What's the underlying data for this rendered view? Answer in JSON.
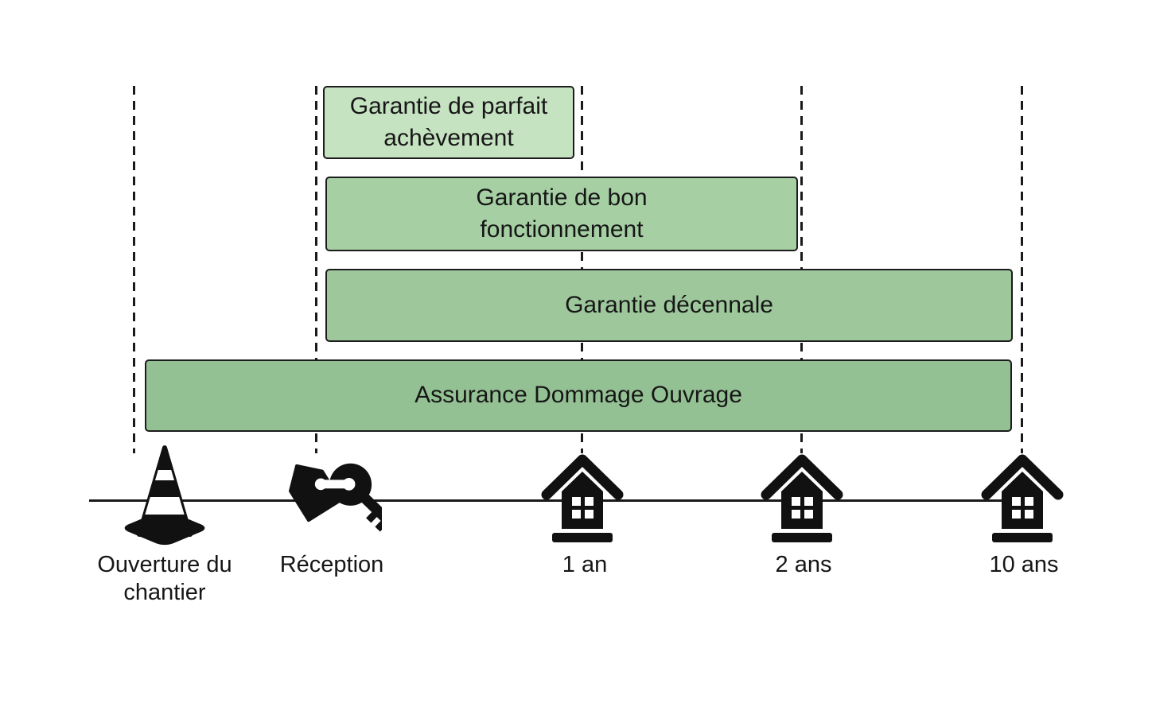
{
  "diagram": {
    "bars": [
      {
        "label": "Garantie de parfait\nachèvement",
        "color": "#c6e3c1",
        "from": "Réception",
        "to": "1 an"
      },
      {
        "label": "Garantie de bon\nfonctionnement",
        "color": "#a6d0a4",
        "from": "Réception",
        "to": "2 ans"
      },
      {
        "label": "Garantie décennale",
        "color": "#9ec89c",
        "from": "Réception",
        "to": "10 ans"
      },
      {
        "label": "Assurance Dommage Ouvrage",
        "color": "#94c194",
        "from": "Ouverture du chantier",
        "to": "10 ans"
      }
    ],
    "milestones": [
      {
        "label": "Ouverture du\nchantier",
        "icon": "traffic-cone-icon"
      },
      {
        "label": "Réception",
        "icon": "house-keys-icon"
      },
      {
        "label": "1 an",
        "icon": "house-icon"
      },
      {
        "label": "2 ans",
        "icon": "house-icon"
      },
      {
        "label": "10 ans",
        "icon": "house-icon"
      }
    ],
    "colors": {
      "outline": "#1a1a1a",
      "icon": "#111111",
      "background": "#ffffff"
    }
  }
}
